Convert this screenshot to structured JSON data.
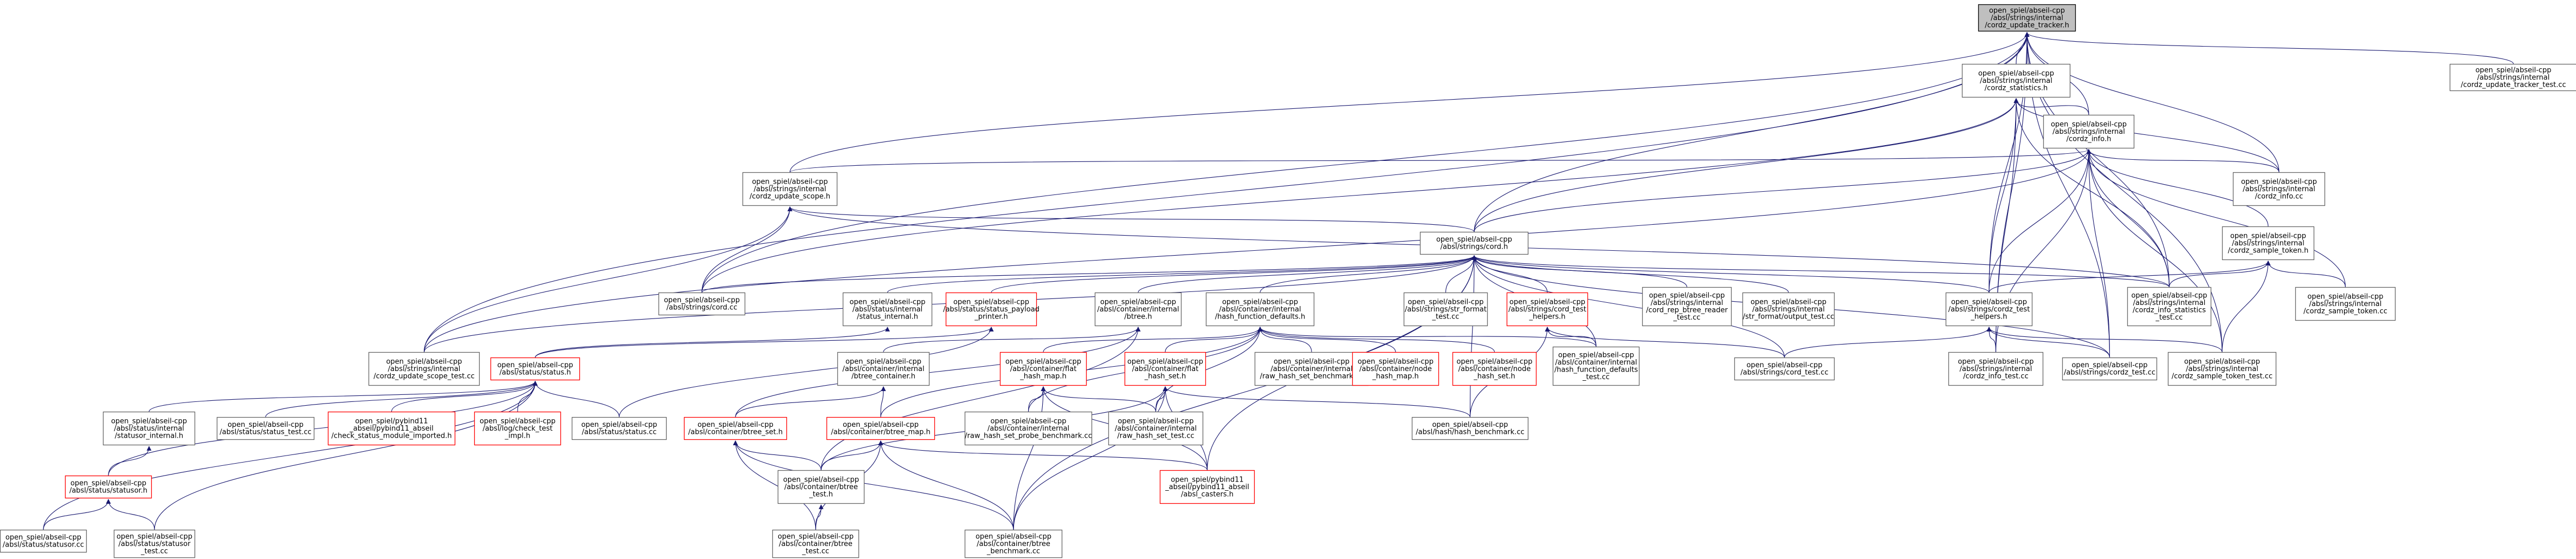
{
  "colors": {
    "edge": "#191970",
    "root_fill": "#bfbfbf",
    "red_border": "#ff0000",
    "node_border": "#666666"
  },
  "nodes": [
    {
      "id": "n0",
      "lines": [
        "open_spiel/abseil-cpp",
        "/absl/strings/internal",
        "/cordz_update_tracker.h"
      ],
      "style": "root"
    },
    {
      "id": "n1",
      "lines": [
        "open_spiel/abseil-cpp",
        "/absl/strings/internal",
        "/cordz_update_tracker_test.cc"
      ]
    },
    {
      "id": "n2",
      "lines": [
        "open_spiel/abseil-cpp",
        "/absl/strings/internal",
        "/cordz_statistics.h"
      ]
    },
    {
      "id": "n3",
      "lines": [
        "open_spiel/abseil-cpp",
        "/absl/strings/internal",
        "/cordz_info.h"
      ]
    },
    {
      "id": "n4",
      "lines": [
        "open_spiel/abseil-cpp",
        "/absl/strings/internal",
        "/cordz_update_scope.h"
      ]
    },
    {
      "id": "n5",
      "lines": [
        "open_spiel/abseil-cpp",
        "/absl/strings/internal",
        "/cordz_info.cc"
      ]
    },
    {
      "id": "n6",
      "lines": [
        "open_spiel/abseil-cpp",
        "/absl/strings/cord.h"
      ]
    },
    {
      "id": "n7",
      "lines": [
        "open_spiel/abseil-cpp",
        "/absl/strings/internal",
        "/cordz_sample_token.h"
      ]
    },
    {
      "id": "n8",
      "lines": [
        "open_spiel/abseil-cpp",
        "/absl/strings/cord.cc"
      ]
    },
    {
      "id": "n9",
      "lines": [
        "open_spiel/abseil-cpp",
        "/absl/status/internal",
        "/status_internal.h"
      ]
    },
    {
      "id": "n10",
      "lines": [
        "open_spiel/abseil-cpp",
        "/absl/status/status_payload",
        "_printer.h"
      ],
      "style": "red"
    },
    {
      "id": "n11",
      "lines": [
        "open_spiel/abseil-cpp",
        "/absl/container/internal",
        "/btree.h"
      ]
    },
    {
      "id": "n12",
      "lines": [
        "open_spiel/abseil-cpp",
        "/absl/container/internal",
        "/hash_function_defaults.h"
      ]
    },
    {
      "id": "n13",
      "lines": [
        "open_spiel/abseil-cpp",
        "/absl/strings/str_format",
        "_test.cc"
      ]
    },
    {
      "id": "n14",
      "lines": [
        "open_spiel/abseil-cpp",
        "/absl/strings/cord_test",
        "_helpers.h"
      ],
      "style": "red"
    },
    {
      "id": "n15",
      "lines": [
        "open_spiel/abseil-cpp",
        "/absl/strings/internal",
        "/cord_rep_btree_reader",
        "_test.cc"
      ]
    },
    {
      "id": "n16",
      "lines": [
        "open_spiel/abseil-cpp",
        "/absl/strings/internal",
        "/str_format/output_test.cc"
      ]
    },
    {
      "id": "n17",
      "lines": [
        "open_spiel/abseil-cpp",
        "/absl/strings/cordz_test",
        "_helpers.h"
      ]
    },
    {
      "id": "n18",
      "lines": [
        "open_spiel/abseil-cpp",
        "/absl/strings/internal",
        "/cordz_info_statistics",
        "_test.cc"
      ]
    },
    {
      "id": "n19",
      "lines": [
        "open_spiel/abseil-cpp",
        "/absl/strings/internal",
        "/cordz_sample_token.cc"
      ]
    },
    {
      "id": "n20",
      "lines": [
        "open_spiel/abseil-cpp",
        "/absl/strings/internal",
        "/cordz_update_scope_test.cc"
      ]
    },
    {
      "id": "n21",
      "lines": [
        "open_spiel/abseil-cpp",
        "/absl/status/status.h"
      ],
      "style": "red"
    },
    {
      "id": "n22",
      "lines": [
        "open_spiel/abseil-cpp",
        "/absl/container/internal",
        "/btree_container.h"
      ]
    },
    {
      "id": "n23",
      "lines": [
        "open_spiel/abseil-cpp",
        "/absl/container/flat",
        "_hash_map.h"
      ],
      "style": "red"
    },
    {
      "id": "n24",
      "lines": [
        "open_spiel/abseil-cpp",
        "/absl/container/flat",
        "_hash_set.h"
      ],
      "style": "red"
    },
    {
      "id": "n25",
      "lines": [
        "open_spiel/abseil-cpp",
        "/absl/container/internal",
        "/raw_hash_set_benchmark.cc"
      ]
    },
    {
      "id": "n26",
      "lines": [
        "open_spiel/abseil-cpp",
        "/absl/container/node",
        "_hash_map.h"
      ],
      "style": "red"
    },
    {
      "id": "n27",
      "lines": [
        "open_spiel/abseil-cpp",
        "/absl/container/node",
        "_hash_set.h"
      ],
      "style": "red"
    },
    {
      "id": "n28",
      "lines": [
        "open_spiel/abseil-cpp",
        "/absl/container/internal",
        "/hash_function_defaults",
        "_test.cc"
      ]
    },
    {
      "id": "n29",
      "lines": [
        "open_spiel/abseil-cpp",
        "/absl/strings/cord_test.cc"
      ]
    },
    {
      "id": "n30",
      "lines": [
        "open_spiel/abseil-cpp",
        "/absl/strings/internal",
        "/cordz_info_test.cc"
      ]
    },
    {
      "id": "n31",
      "lines": [
        "open_spiel/abseil-cpp",
        "/absl/strings/cordz_test.cc"
      ]
    },
    {
      "id": "n32",
      "lines": [
        "open_spiel/abseil-cpp",
        "/absl/strings/internal",
        "/cordz_sample_token_test.cc"
      ]
    },
    {
      "id": "n33",
      "lines": [
        "open_spiel/abseil-cpp",
        "/absl/status/internal",
        "/statusor_internal.h"
      ]
    },
    {
      "id": "n34",
      "lines": [
        "open_spiel/abseil-cpp",
        "/absl/status/status_test.cc"
      ]
    },
    {
      "id": "n35",
      "lines": [
        "open_spiel/pybind11",
        "_abseil/pybind11_abseil",
        "/check_status_module_imported.h"
      ],
      "style": "red"
    },
    {
      "id": "n36",
      "lines": [
        "open_spiel/abseil-cpp",
        "/absl/log/check_test",
        "_impl.h"
      ],
      "style": "red"
    },
    {
      "id": "n37",
      "lines": [
        "open_spiel/abseil-cpp",
        "/absl/status/status.cc"
      ]
    },
    {
      "id": "n38",
      "lines": [
        "open_spiel/abseil-cpp",
        "/absl/container/btree_set.h"
      ],
      "style": "red"
    },
    {
      "id": "n39",
      "lines": [
        "open_spiel/abseil-cpp",
        "/absl/container/btree_map.h"
      ],
      "style": "red"
    },
    {
      "id": "n40",
      "lines": [
        "open_spiel/abseil-cpp",
        "/absl/container/internal",
        "/raw_hash_set_probe_benchmark.cc"
      ]
    },
    {
      "id": "n41",
      "lines": [
        "open_spiel/abseil-cpp",
        "/absl/container/internal",
        "/raw_hash_set_test.cc"
      ]
    },
    {
      "id": "n42",
      "lines": [
        "open_spiel/abseil-cpp",
        "/absl/hash/hash_benchmark.cc"
      ]
    },
    {
      "id": "n43",
      "lines": [
        "open_spiel/abseil-cpp",
        "/absl/status/statusor.h"
      ],
      "style": "red"
    },
    {
      "id": "n44",
      "lines": [
        "open_spiel/abseil-cpp",
        "/absl/container/btree",
        "_test.h"
      ]
    },
    {
      "id": "n45",
      "lines": [
        "open_spiel/pybind11",
        "_abseil/pybind11_abseil",
        "/absl_casters.h"
      ],
      "style": "red"
    },
    {
      "id": "n46",
      "lines": [
        "open_spiel/abseil-cpp",
        "/absl/status/statusor.cc"
      ]
    },
    {
      "id": "n47",
      "lines": [
        "open_spiel/abseil-cpp",
        "/absl/status/statusor",
        "_test.cc"
      ]
    },
    {
      "id": "n48",
      "lines": [
        "open_spiel/abseil-cpp",
        "/absl/container/btree",
        "_test.cc"
      ]
    },
    {
      "id": "n49",
      "lines": [
        "open_spiel/abseil-cpp",
        "/absl/container/btree",
        "_benchmark.cc"
      ]
    }
  ]
}
